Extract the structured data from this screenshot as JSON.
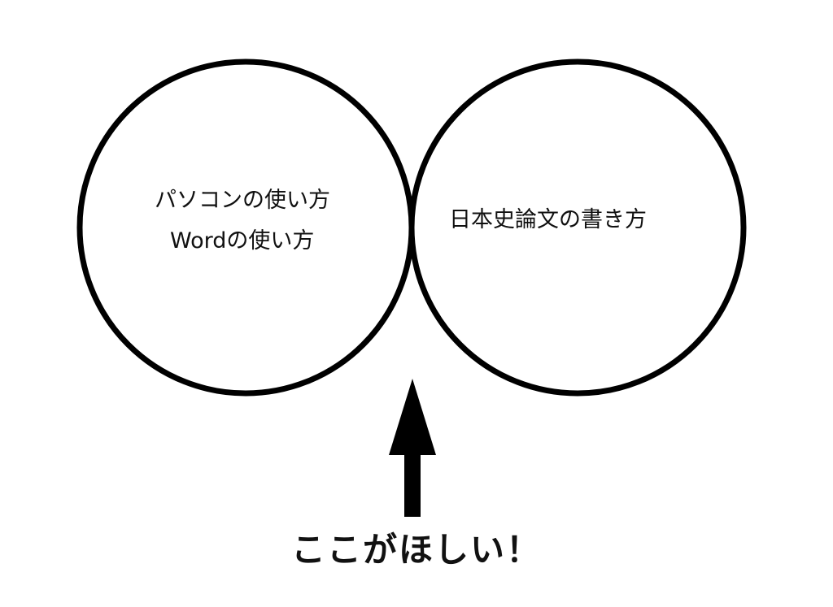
{
  "venn": {
    "left_circle": {
      "lines": [
        "パソコンの使い方",
        "Wordの使い方"
      ]
    },
    "right_circle": {
      "label": "日本史論文の書き方"
    },
    "overlap_color": "#0A9BFF",
    "outline_color": "#000000"
  },
  "callout": {
    "arrow_direction": "up",
    "arrow_icon": "arrow-up-icon",
    "caption": "ここがほしい！"
  }
}
